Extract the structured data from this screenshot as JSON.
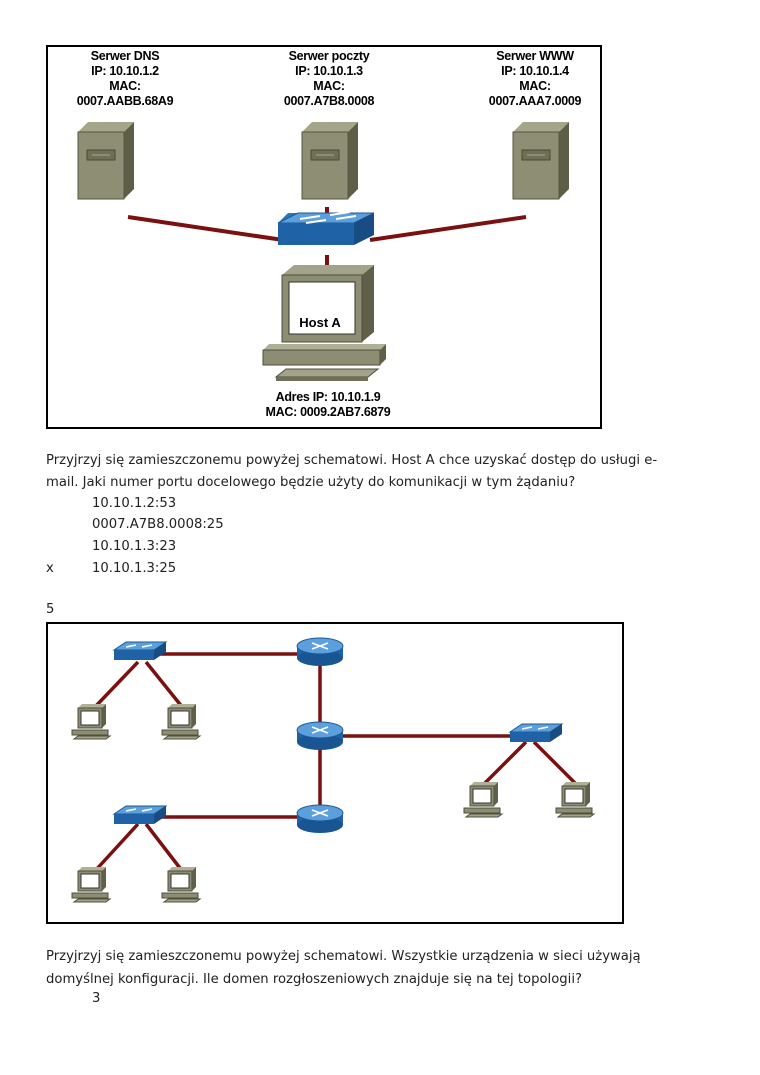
{
  "figure1": {
    "servers": [
      {
        "name": "Serwer DNS",
        "ip": "IP: 10.10.1.2",
        "mac_label": "MAC:",
        "mac": "0007.AABB.68A9"
      },
      {
        "name": "Serwer poczty",
        "ip": "IP: 10.10.1.3",
        "mac_label": "MAC:",
        "mac": "0007.A7B8.0008"
      },
      {
        "name": "Serwer WWW",
        "ip": "IP: 10.10.1.4",
        "mac_label": "MAC:",
        "mac": "0007.AAA7.0009"
      }
    ],
    "host": {
      "label": "Host A",
      "ip": "Adres IP: 10.10.1.9",
      "mac": "MAC: 0009.2AB7.6879"
    }
  },
  "question1": {
    "text_line1": "Przyjrzyj się zamieszczonemu powyżej schematowi. Host A chce uzyskać dostęp do usługi e-",
    "text_line2": "mail. Jaki numer portu docelowego będzie użyty do komunikacji w tym żądaniu?",
    "answers": [
      "10.10.1.2:53",
      "0007.A7B8.0008:25",
      "10.10.1.3:23",
      "10.10.1.3:25"
    ],
    "correct_mark": "x"
  },
  "question2": {
    "number": "5",
    "text_line1": "Przyjrzyj się zamieszczonemu powyżej schematowi. Wszystkie urządzenia w sieci używają",
    "text_line2": "domyślnej konfiguracji. Ile domen rozgłoszeniowych znajduje się na tej topologii?",
    "answers": [
      "3"
    ]
  }
}
